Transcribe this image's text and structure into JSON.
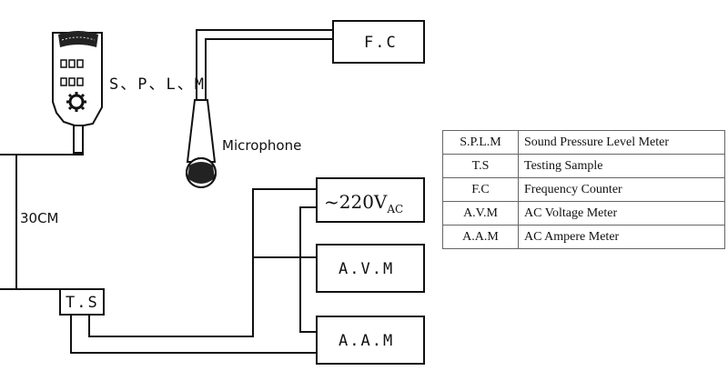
{
  "diagram": {
    "splm_label": "S、P、L、M",
    "fc_label": "F.C",
    "microphone_label": "Microphone",
    "distance_label": "30CM",
    "voltage_main": "~220V",
    "voltage_sub": "AC",
    "avm_label": "A.V.M",
    "aam_label": "A.A.M",
    "ts_label": "T.S"
  },
  "legend": {
    "rows": [
      {
        "abbr": "S.P.L.M",
        "desc": "Sound Pressure Level Meter"
      },
      {
        "abbr": "T.S",
        "desc": "Testing Sample"
      },
      {
        "abbr": "F.C",
        "desc": "Frequency Counter"
      },
      {
        "abbr": "A.V.M",
        "desc": "AC Voltage Meter"
      },
      {
        "abbr": "A.A.M",
        "desc": "AC Ampere Meter"
      }
    ]
  }
}
